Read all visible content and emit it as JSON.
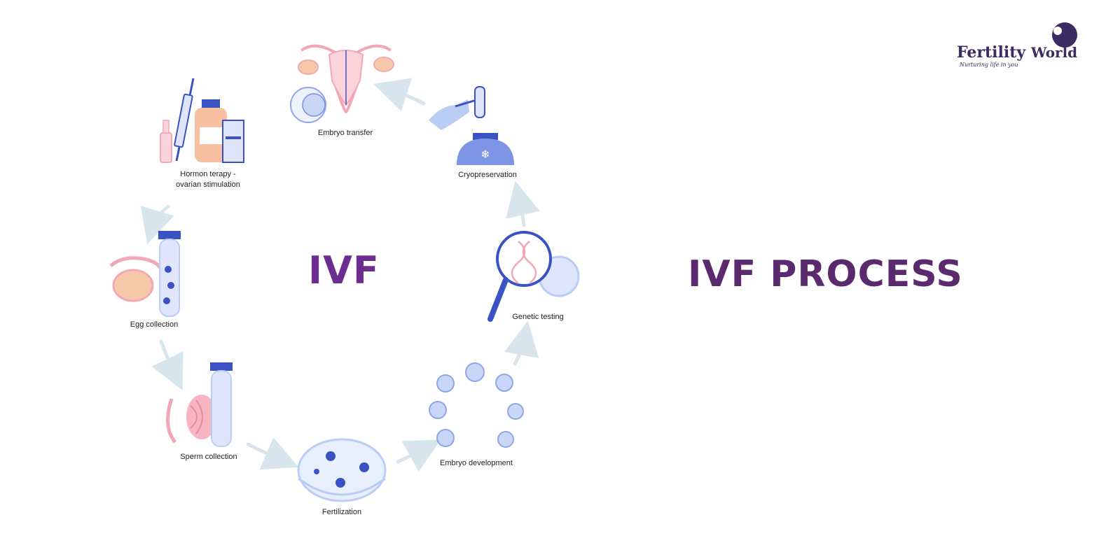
{
  "brand": {
    "name_part1": "Fertility",
    "name_part2": "World",
    "tagline": "Nurturing life in you"
  },
  "page_title": "IVF PROCESS",
  "diagram": {
    "center_title": "IVF",
    "stages": [
      {
        "id": "hormone",
        "lines": [
          "Hormon terapy -",
          "ovarian stimulation"
        ]
      },
      {
        "id": "egg",
        "lines": [
          "Egg collection"
        ]
      },
      {
        "id": "sperm",
        "lines": [
          "Sperm collection"
        ]
      },
      {
        "id": "fertilization",
        "lines": [
          "Fertilization"
        ]
      },
      {
        "id": "embryo-dev",
        "lines": [
          "Embryo development"
        ]
      },
      {
        "id": "genetic",
        "lines": [
          "Genetic testing"
        ]
      },
      {
        "id": "cryo",
        "lines": [
          "Cryopreservation"
        ]
      },
      {
        "id": "transfer",
        "lines": [
          "Embryo transfer"
        ]
      }
    ]
  },
  "colors": {
    "title_purple": "#6b2d8f",
    "page_title_purple": "#5b2a6e",
    "pink": "#f2a8b4",
    "blue": "#3b52c4",
    "light_blue": "#b9cdf5",
    "arrow": "#d7e6ec"
  },
  "icons": [
    "uterus-icon",
    "petri-egg-icon",
    "syringe-icon",
    "medicine-bottle-icon",
    "vial-icon",
    "ovary-icon",
    "test-tube-icon",
    "testis-icon",
    "petri-dish-icon",
    "cell-division-icon",
    "magnifier-dna-icon",
    "cryo-tank-icon",
    "gloved-hand-icon"
  ]
}
